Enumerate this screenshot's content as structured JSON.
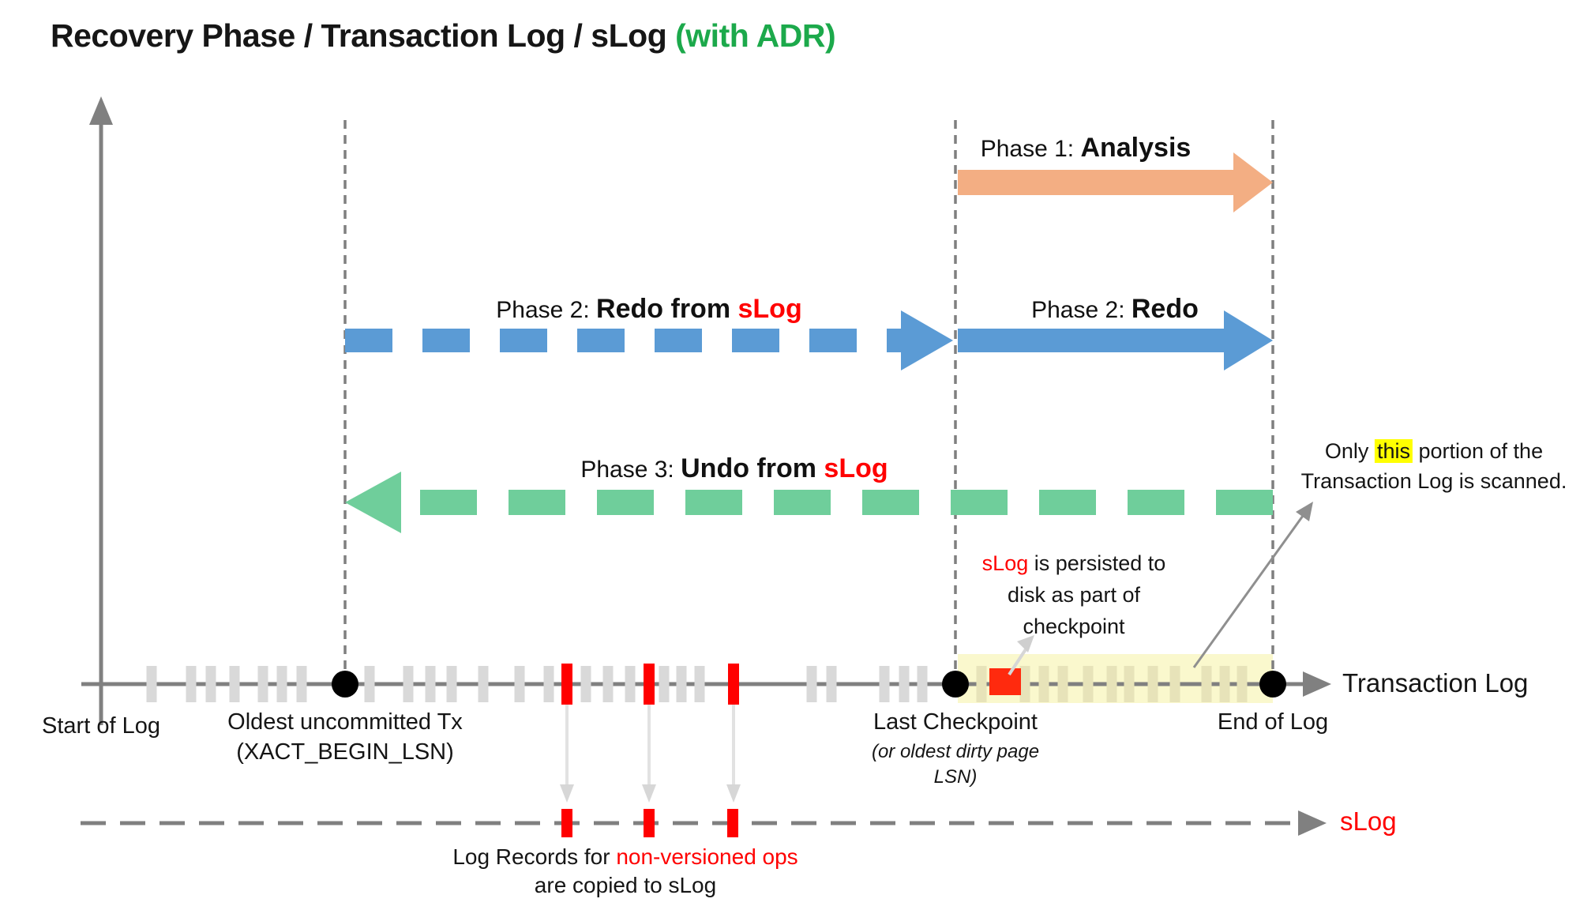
{
  "title": {
    "main": "Recovery Phase / Transaction Log / sLog ",
    "suffix": "(with ADR)"
  },
  "phases": {
    "p1_prefix": "Phase 1: ",
    "p1_bold": "Analysis",
    "p2slog_prefix": "Phase 2: ",
    "p2slog_bold": "Redo from ",
    "p2slog_red": "sLog",
    "p2_prefix": "Phase 2: ",
    "p2_bold": "Redo",
    "p3_prefix": "Phase 3: ",
    "p3_bold": "Undo from ",
    "p3_red": "sLog"
  },
  "timeline": {
    "axis_label": "Transaction Log",
    "start_label": "Start of Log",
    "oldest_tx_line1": "Oldest uncommitted Tx",
    "oldest_tx_line2": "(XACT_BEGIN_LSN)",
    "checkpoint_line1": "Last Checkpoint",
    "checkpoint_line2": "(or oldest dirty page",
    "checkpoint_line3": "LSN)",
    "end_label": "End of Log"
  },
  "slog": {
    "axis_label": "sLog"
  },
  "notes": {
    "scan_pre": "Only ",
    "scan_hl": "this",
    "scan_post": " portion of the",
    "scan_line2": "Transaction Log is scanned.",
    "persist_red": "sLog",
    "persist_rest": " is persisted to",
    "persist_line2": "disk as part of",
    "persist_line3": "checkpoint",
    "copy_pre": "Log Records for ",
    "copy_red": "non-versioned ops",
    "copy_line2": "are copied to sLog"
  },
  "colors": {
    "title_accent_green": "#1CA94B",
    "phase1_orange": "#F3AE83",
    "phase2_blue": "#5B9BD5",
    "phase3_green": "#6FCE9B",
    "highlight_yellow": "#FFFF00",
    "scanned_band_yellow": "#FAF8CD",
    "red": "#FF0000",
    "checkpoint_square_red": "#FF2A0E",
    "axis_gray": "#808080",
    "tick_gray": "#D9D9D9"
  }
}
